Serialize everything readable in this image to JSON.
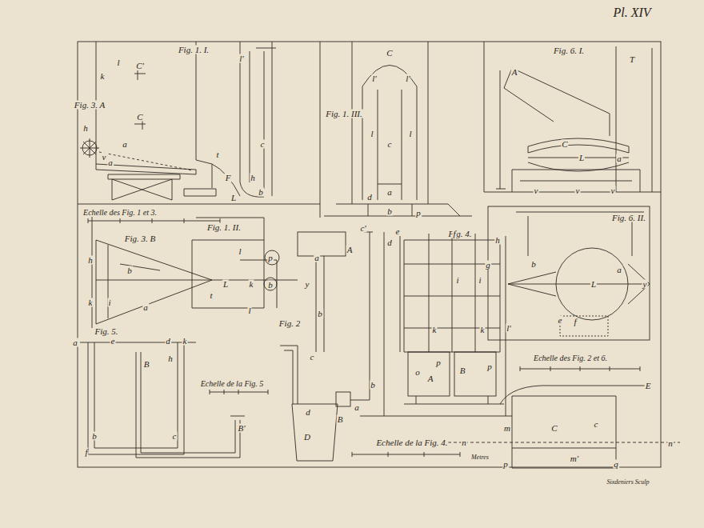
{
  "diagram": {
    "labels": [
      "Pl. XIV",
      "Fig. 1. I.",
      "Fig. 3. A",
      "Fig. 1. III.",
      "Fig. 6. I.",
      "Echelle des Fig. 1 et 3.",
      "Fig. 3. B",
      "Fig. 1. II.",
      "Fig. 6. II.",
      "Fig. 4.",
      "Fig. 2",
      "Fig. 5.",
      "Echelle de la Fig. 5",
      "Echelle des Fig. 2 et 6.",
      "Echelle de la Fig. 4.",
      "Metres",
      "Sixdeniers Sculp",
      "k",
      "l",
      "C'",
      "C",
      "l'",
      "L",
      "c",
      "t",
      "F",
      "h",
      "b",
      "a",
      "h",
      "v",
      "a",
      "C",
      "l'",
      "l'",
      "l",
      "c",
      "l",
      "a",
      "d",
      "b",
      "p",
      "A",
      "T",
      "C",
      "L",
      "a",
      "v",
      "v",
      "v",
      "h",
      "b",
      "a",
      "i",
      "k",
      "l",
      "L",
      "t",
      "k",
      "b",
      "p",
      "y",
      "l",
      "L",
      "a",
      "b",
      "y",
      "e",
      "f",
      "A",
      "a",
      "b",
      "c",
      "d",
      "D",
      "B",
      "a",
      "c'",
      "f",
      "h",
      "d",
      "e",
      "g",
      "i",
      "i",
      "k",
      "k",
      "A",
      "B",
      "p",
      "p",
      "o",
      "l'",
      "b",
      "m",
      "n",
      "n",
      "C",
      "c",
      "m'",
      "p",
      "q",
      "E",
      "a",
      "e",
      "B",
      "B'",
      "d",
      "k",
      "f",
      "b",
      "c",
      "h"
    ]
  }
}
